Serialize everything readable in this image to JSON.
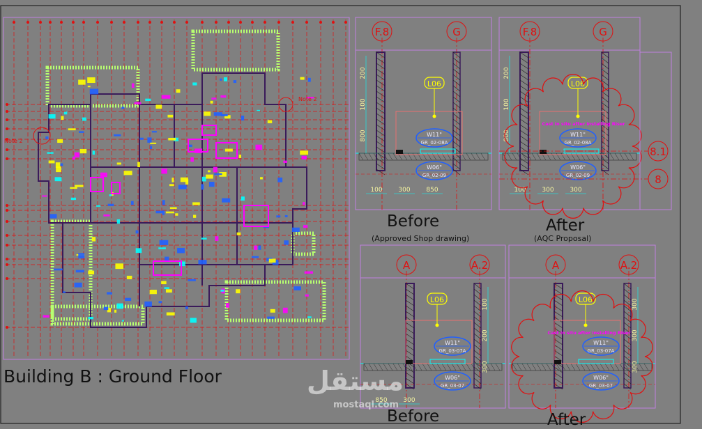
{
  "plan": {
    "title": "Building B : Ground Floor",
    "notes": [
      "Note 2",
      "Note 2"
    ]
  },
  "details": [
    {
      "id": "top-before",
      "grid_left": "F.8",
      "grid_right": "G",
      "tag": "L06",
      "window_top": "W11\"",
      "window_top_ref": "GR_02-08A",
      "window_bottom": "W06\"",
      "window_bottom_ref": "GR_02-09",
      "dims": [
        "200",
        "100",
        "800",
        "100",
        "300",
        "850"
      ],
      "note": "",
      "caption": "Before",
      "subcaption": "(Approved Shop drawing)"
    },
    {
      "id": "top-after",
      "grid_left": "F.8",
      "grid_right": "G",
      "extra_grids": [
        "8.1",
        "8"
      ],
      "tag": "L06",
      "window_top": "W11\"",
      "window_top_ref": "GR_02-08A",
      "window_bottom": "W06\"",
      "window_bottom_ref": "GR_02-09",
      "dims": [
        "200",
        "100",
        "800",
        "100",
        "300",
        "300"
      ],
      "note": "Cast in situ after installing Riser",
      "caption": "After",
      "subcaption": "(AQC Proposal)"
    },
    {
      "id": "bottom-before",
      "grid_left": "A",
      "grid_right": "A.2",
      "tag": "L06",
      "window_top": "W11\"",
      "window_top_ref": "GR_03-07A",
      "window_bottom": "W06\"",
      "window_bottom_ref": "GR_03-07",
      "dims": [
        "100",
        "200",
        "300",
        "850",
        "300"
      ],
      "note": "",
      "caption": "Before"
    },
    {
      "id": "bottom-after",
      "grid_left": "A",
      "grid_right": "A.2",
      "tag": "L06",
      "window_top": "W11\"",
      "window_top_ref": "GR_03-07A",
      "window_bottom": "W06\"",
      "window_bottom_ref": "GR_03-07",
      "dims": [
        "300",
        "300",
        "300"
      ],
      "note": "Cast in situ after installing Riser",
      "caption": "After"
    }
  ],
  "watermark": {
    "arabic": "مستقل",
    "latin": "mostaql.com"
  },
  "colors": {
    "background": "#808080",
    "grid_red": "#e01010",
    "hatch_green": "#b8ff70",
    "frame_violet": "#c080e0",
    "wall_dark": "#3a1a5a",
    "tag_yellow": "#ffff00",
    "window_blue": "#2060ff",
    "cyan": "#00ffff",
    "magenta": "#ff00ff"
  }
}
